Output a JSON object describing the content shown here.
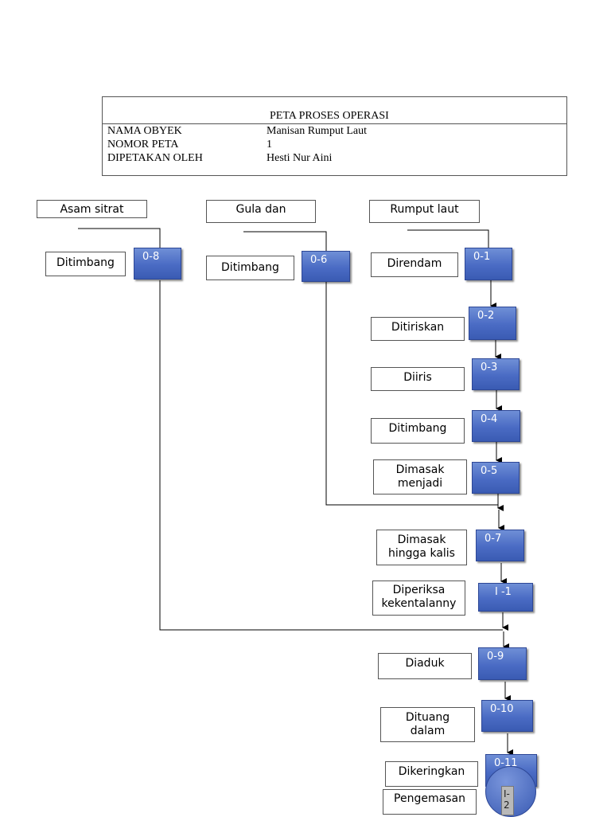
{
  "header": {
    "title": "PETA PROSES OPERASI",
    "rows": [
      {
        "key": "NAMA OBYEK",
        "value": "Manisan Rumput Laut"
      },
      {
        "key": "NOMOR PETA",
        "value": "1"
      },
      {
        "key": "DIPETAKAN OLEH",
        "value": "Hesti Nur Aini"
      }
    ]
  },
  "materials": {
    "asam": "Asam sitrat",
    "gula": "Gula dan",
    "rumput": "Rumput laut"
  },
  "steps": {
    "o8": {
      "label": "Ditimbang",
      "code": "0-8"
    },
    "o6": {
      "label": "Ditimbang",
      "code": "0-6"
    },
    "o1": {
      "label": "Direndam",
      "code": "0-1"
    },
    "o2": {
      "label": "Ditiriskan",
      "code": "0-2"
    },
    "o3": {
      "label": "Diiris",
      "code": "0-3"
    },
    "o4": {
      "label": "Ditimbang",
      "code": "0-4"
    },
    "o5": {
      "label_1": "Dimasak",
      "label_2": "menjadi",
      "code": "0-5"
    },
    "o7": {
      "label_1": "Dimasak",
      "label_2": "hingga  kalis",
      "code": "0-7"
    },
    "i1": {
      "label_1": "Diperiksa",
      "label_2": "kekentalanny",
      "code": "I -1"
    },
    "o9": {
      "label": "Diaduk",
      "code": "0-9"
    },
    "o10": {
      "label_1": "Dituang",
      "label_2": "dalam",
      "code": "0-10"
    },
    "o11": {
      "label": "Dikeringkan",
      "code": "0-11"
    },
    "i2": {
      "label": "Pengemasan",
      "code": "I-2"
    }
  }
}
